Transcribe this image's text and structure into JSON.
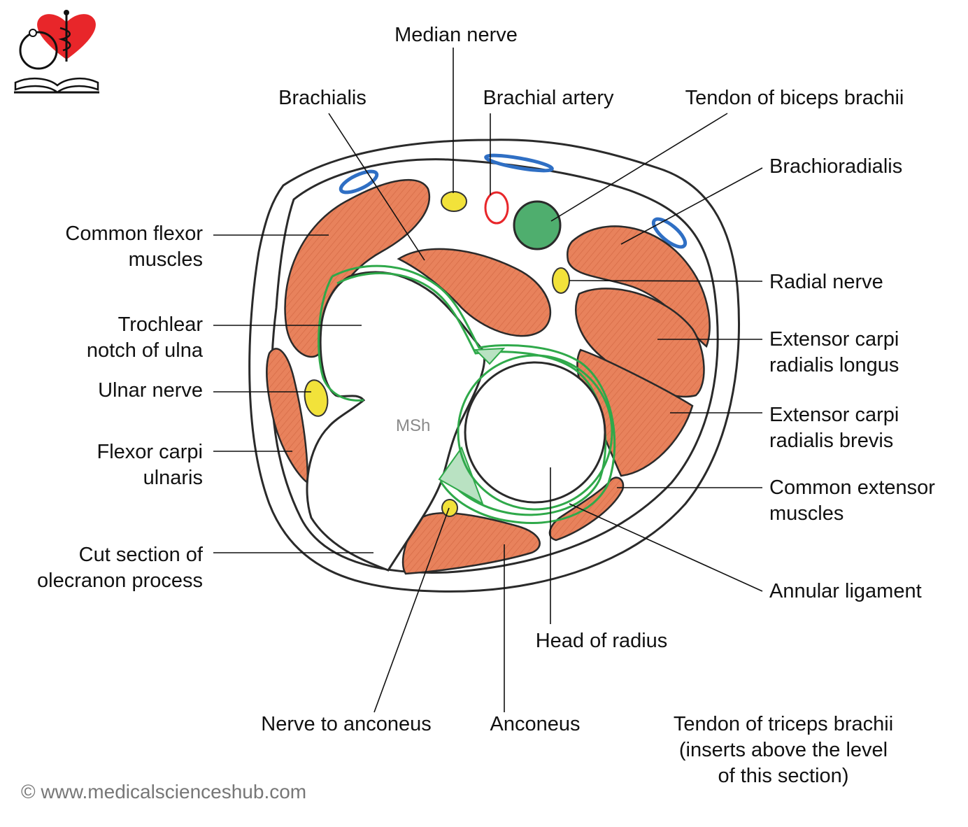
{
  "labels": {
    "median_nerve": "Median nerve",
    "brachialis": "Brachialis",
    "brachial_artery": "Brachial artery",
    "tendon_biceps": "Tendon of biceps brachii",
    "brachioradialis": "Brachioradialis",
    "common_flexor": [
      "Common flexor",
      "muscles"
    ],
    "radial_nerve": "Radial nerve",
    "trochlear_notch": [
      "Trochlear",
      "notch of ulna"
    ],
    "ecrl": [
      "Extensor carpi",
      "radialis longus"
    ],
    "ulnar_nerve": "Ulnar nerve",
    "ecrb": [
      "Extensor carpi",
      "radialis brevis"
    ],
    "fcu": [
      "Flexor carpi",
      "ulnaris"
    ],
    "common_extensor": [
      "Common extensor",
      "muscles"
    ],
    "olecranon": [
      "Cut section of",
      "olecranon process"
    ],
    "annular_ligament": "Annular ligament",
    "head_radius": "Head of radius",
    "nerve_anconeus": "Nerve to anconeus",
    "anconeus": "Anconeus",
    "tendon_triceps": [
      "Tendon of triceps brachii",
      "(inserts above the level",
      "of this section)"
    ]
  },
  "watermark": "MSh",
  "copyright": "© www.medicalscienceshub.com",
  "colors": {
    "muscle": "#e8825c",
    "nerve": "#f2e23a",
    "artery": "#e8262a",
    "vein": "#2f6fc4",
    "tendon": "#4fae6e",
    "ligament": "#2fa94a",
    "outline": "#2a2a2a",
    "logo_heart": "#e8262a"
  }
}
